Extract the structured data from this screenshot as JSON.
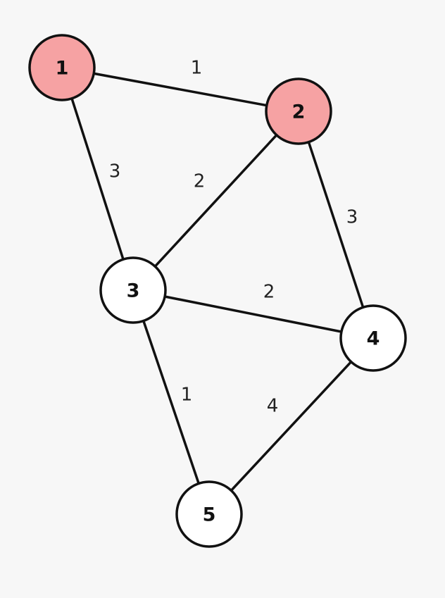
{
  "graph": {
    "colors": {
      "highlight_fill": "#f6a2a3",
      "default_fill": "#ffffff",
      "stroke": "#111111",
      "background": "#f7f7f7"
    },
    "nodes": [
      {
        "id": "1",
        "label": "1",
        "highlighted": true
      },
      {
        "id": "2",
        "label": "2",
        "highlighted": true
      },
      {
        "id": "3",
        "label": "3",
        "highlighted": false
      },
      {
        "id": "4",
        "label": "4",
        "highlighted": false
      },
      {
        "id": "5",
        "label": "5",
        "highlighted": false
      }
    ],
    "edges": [
      {
        "from": "1",
        "to": "2",
        "weight": "1"
      },
      {
        "from": "1",
        "to": "3",
        "weight": "3"
      },
      {
        "from": "2",
        "to": "3",
        "weight": "2"
      },
      {
        "from": "2",
        "to": "4",
        "weight": "3"
      },
      {
        "from": "3",
        "to": "4",
        "weight": "2"
      },
      {
        "from": "3",
        "to": "5",
        "weight": "1"
      },
      {
        "from": "4",
        "to": "5",
        "weight": "4"
      }
    ]
  }
}
